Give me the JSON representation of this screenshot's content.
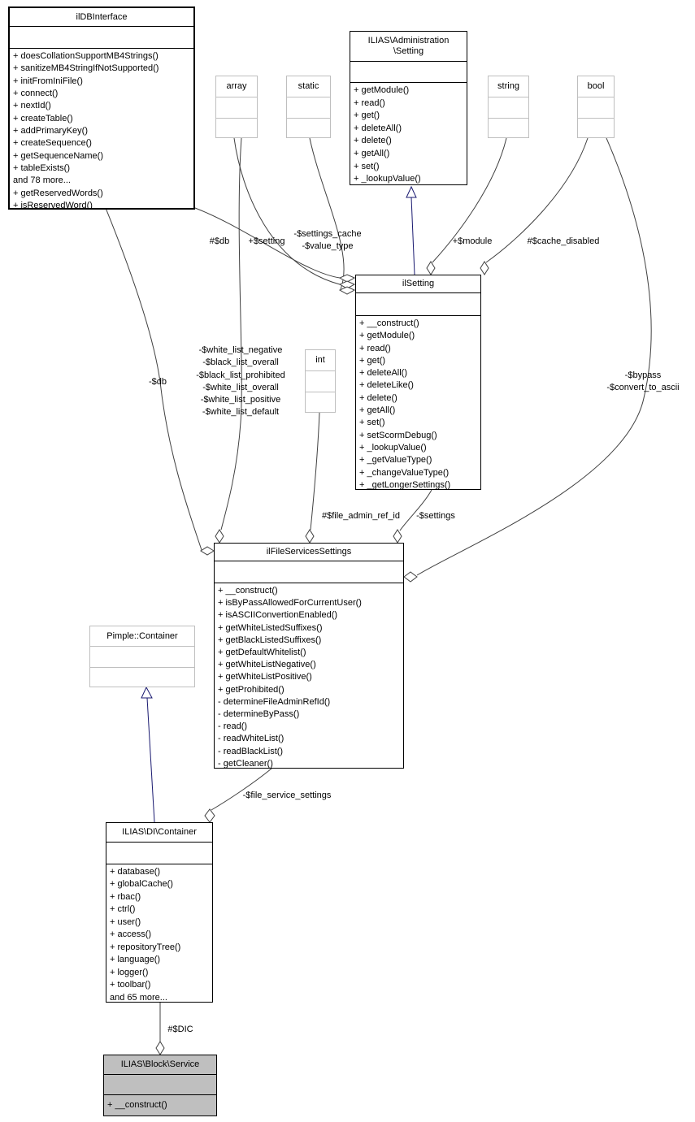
{
  "diagram": {
    "classes": {
      "ildb": {
        "title": "ilDBInterface",
        "methods": [
          "+ doesCollationSupportMB4Strings()",
          "+ sanitizeMB4StringIfNotSupported()",
          "+ initFromIniFile()",
          "+ connect()",
          "+ nextId()",
          "+ createTable()",
          "+ addPrimaryKey()",
          "+ createSequence()",
          "+ getSequenceName()",
          "+ tableExists()",
          "and 78 more...",
          "+ getReservedWords()",
          "+ isReservedWord()"
        ]
      },
      "array_type": {
        "title": "array"
      },
      "static_type": {
        "title": "static"
      },
      "admin_setting": {
        "title_line1": "ILIAS\\Administration",
        "title_line2": "\\Setting",
        "methods": [
          "+ getModule()",
          "+ read()",
          "+ get()",
          "+ deleteAll()",
          "+ delete()",
          "+ getAll()",
          "+ set()",
          "+ _lookupValue()"
        ]
      },
      "string_type": {
        "title": "string"
      },
      "bool_type": {
        "title": "bool"
      },
      "ilsetting": {
        "title": "ilSetting",
        "methods": [
          "+ __construct()",
          "+ getModule()",
          "+ read()",
          "+ get()",
          "+ deleteAll()",
          "+ deleteLike()",
          "+ delete()",
          "+ getAll()",
          "+ set()",
          "+ setScormDebug()",
          "+ _lookupValue()",
          "+ _getValueType()",
          "+ _changeValueType()",
          "+ _getLongerSettings()"
        ]
      },
      "int_type": {
        "title": "int"
      },
      "filesvc": {
        "title": "ilFileServicesSettings",
        "methods": [
          "+ __construct()",
          "+ isByPassAllowedForCurrentUser()",
          "+ isASCIIConvertionEnabled()",
          "+ getWhiteListedSuffixes()",
          "+ getBlackListedSuffixes()",
          "+ getDefaultWhitelist()",
          "+ getWhiteListNegative()",
          "+ getWhiteListPositive()",
          "+ getProhibited()",
          "- determineFileAdminRefId()",
          "- determineByPass()",
          "- read()",
          "- readWhiteList()",
          "- readBlackList()",
          "- getCleaner()"
        ]
      },
      "pimple": {
        "title": "Pimple::Container"
      },
      "dic": {
        "title": "ILIAS\\DI\\Container",
        "methods": [
          "+ database()",
          "+ globalCache()",
          "+ rbac()",
          "+ ctrl()",
          "+ user()",
          "+ access()",
          "+ repositoryTree()",
          "+ language()",
          "+ logger()",
          "+ toolbar()",
          "and 65 more..."
        ]
      },
      "block": {
        "title": "ILIAS\\Block\\Service",
        "methods": [
          "+ __construct()"
        ]
      }
    },
    "labels": {
      "db_protected": "#$db",
      "setting": "+$setting",
      "settings_cache": "-$settings_cache",
      "value_type": "-$value_type",
      "module": "+$module",
      "cache_disabled": "#$cache_disabled",
      "db_private": "-$db",
      "white_list_negative": "-$white_list_negative",
      "black_list_overall": "-$black_list_overall",
      "black_list_prohibited": "-$black_list_prohibited",
      "white_list_overall": "-$white_list_overall",
      "white_list_positive": "-$white_list_positive",
      "white_list_default": "-$white_list_default",
      "bypass": "-$bypass",
      "convert_to_ascii": "-$convert_to_ascii",
      "file_admin_ref_id": "#$file_admin_ref_id",
      "settings": "-$settings",
      "file_service_settings": "-$file_service_settings",
      "dic": "#$DIC"
    },
    "colors": {
      "highlight_fill": "#bfbfbf",
      "inheritance_edge": "#191970",
      "usage_edge": "#404040",
      "undocumented_border": "#bfbfbf"
    }
  }
}
